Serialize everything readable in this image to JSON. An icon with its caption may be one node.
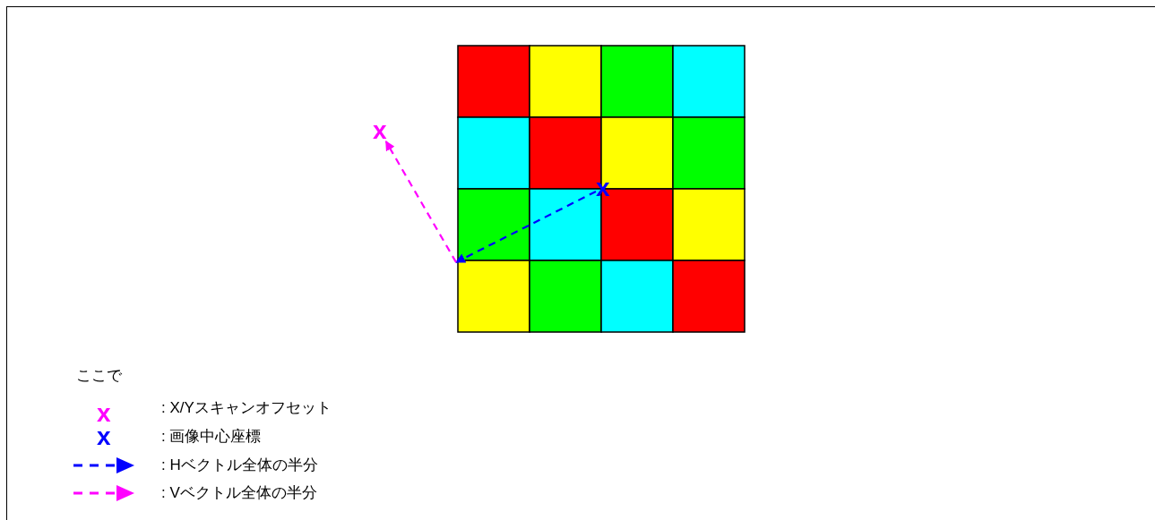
{
  "diagram": {
    "nodes": [
      {
        "text": [],
        "shape": "box"
      },
      {
        "text": [
          "x"
        ]
      },
      {
        "text": [
          "x"
        ],
        "in": 0
      }
    ],
    "edges": [
      {
        "from": 2,
        "to": 0,
        "arrow": "to",
        "style": "dashed",
        "color": "#0000ff"
      },
      {
        "from": 0,
        "to": 1,
        "arrow": "to",
        "style": "dashed",
        "color": "#ff00ff"
      }
    ],
    "labels": [
      "ここで",
      "x",
      "x"
    ],
    "legend": [
      {
        "text": ": X/Yスキャンオフセット"
      },
      {
        "text": ": 画像中心座標"
      },
      {
        "text": ": Hベクトル全体の半分"
      },
      {
        "text": ": Vベクトル全体の半分"
      }
    ]
  }
}
